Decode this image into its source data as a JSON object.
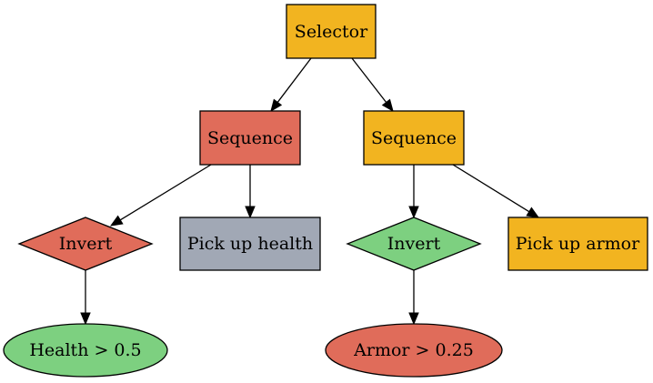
{
  "colors": {
    "orange": "#F2B420",
    "red": "#E06C5A",
    "gray": "#A1A8B5",
    "green": "#7DD080"
  },
  "nodes": {
    "selector": {
      "label": "Selector",
      "shape": "box",
      "color": "#F2B420"
    },
    "sequence_left": {
      "label": "Sequence",
      "shape": "box",
      "color": "#E06C5A"
    },
    "sequence_right": {
      "label": "Sequence",
      "shape": "box",
      "color": "#F2B420"
    },
    "invert_left": {
      "label": "Invert",
      "shape": "diamond",
      "color": "#E06C5A"
    },
    "pick_health": {
      "label": "Pick up health",
      "shape": "box",
      "color": "#A1A8B5"
    },
    "invert_right": {
      "label": "Invert",
      "shape": "diamond",
      "color": "#7DD080"
    },
    "pick_armor": {
      "label": "Pick up armor",
      "shape": "box",
      "color": "#F2B420"
    },
    "health_cond": {
      "label": "Health > 0.5",
      "shape": "ellipse",
      "color": "#7DD080"
    },
    "armor_cond": {
      "label": "Armor > 0.25",
      "shape": "ellipse",
      "color": "#E06C5A"
    }
  },
  "edges": [
    [
      "selector",
      "sequence_left"
    ],
    [
      "selector",
      "sequence_right"
    ],
    [
      "sequence_left",
      "invert_left"
    ],
    [
      "sequence_left",
      "pick_health"
    ],
    [
      "sequence_right",
      "invert_right"
    ],
    [
      "sequence_right",
      "pick_armor"
    ],
    [
      "invert_left",
      "health_cond"
    ],
    [
      "invert_right",
      "armor_cond"
    ]
  ]
}
